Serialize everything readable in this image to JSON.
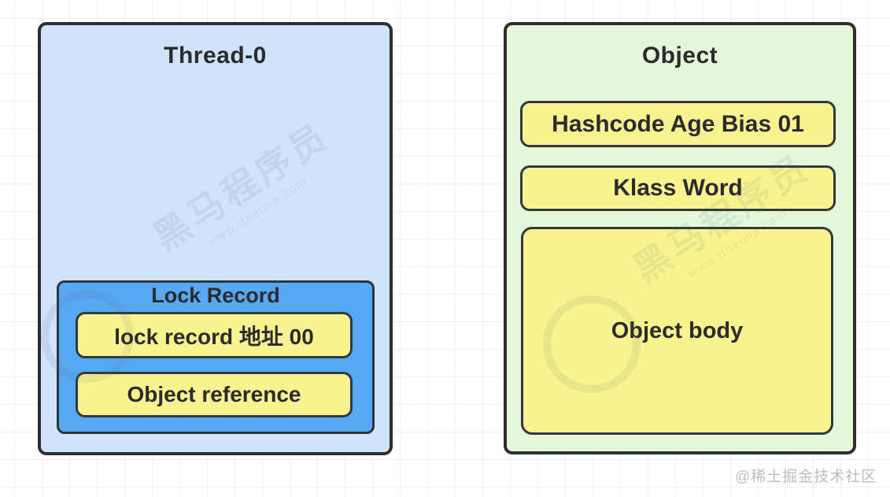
{
  "colors": {
    "canvas_bg": "#ffffff",
    "grid_line": "#efefef",
    "thread_fill": "#cfe4fa",
    "lock_record_fill": "#57a8f3",
    "cell_fill": "#f8f38e",
    "object_fill": "#e4f7db",
    "box_border": "#2e2e2e",
    "cell_border": "#33383d",
    "title_text": "#2b2b2b",
    "credit_text": "#bbbdbf",
    "watermark_tint": "#5a646e1a"
  },
  "thread_box": {
    "title": "Thread-0",
    "lock_record": {
      "title": "Lock Record",
      "cells": [
        {
          "label": "lock record 地址 00"
        },
        {
          "label": "Object reference"
        }
      ]
    }
  },
  "object_box": {
    "title": "Object",
    "cells": [
      {
        "label": "Hashcode Age Bias 01"
      },
      {
        "label": "Klass Word"
      },
      {
        "label": "Object body"
      }
    ]
  },
  "watermark": {
    "main": "黑马程序员",
    "sub": "www.itheima.com"
  },
  "credit": "@稀土掘金技术社区"
}
